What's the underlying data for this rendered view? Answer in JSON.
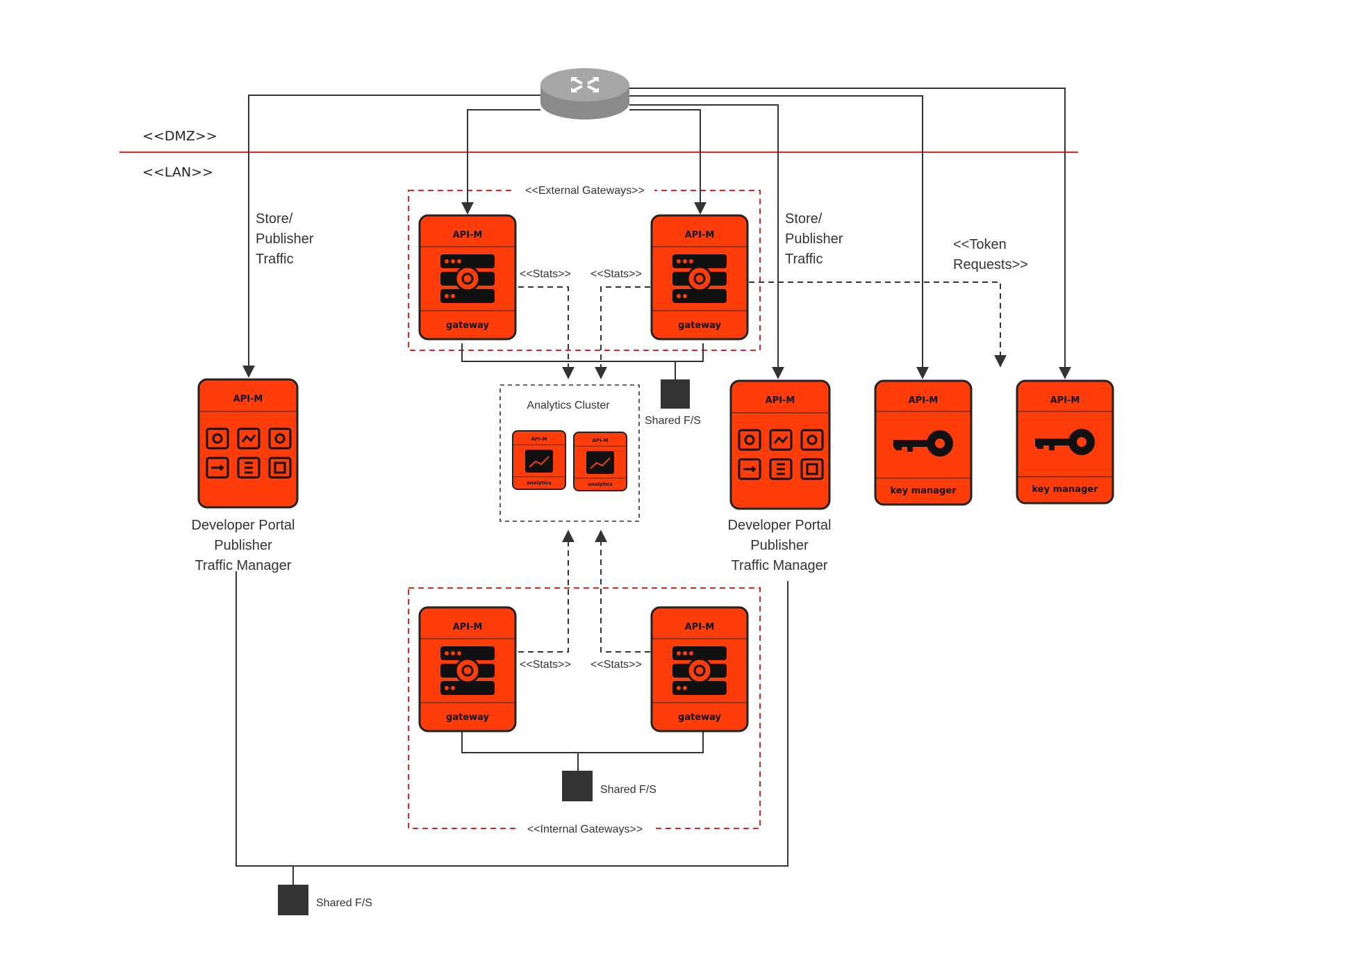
{
  "zones": {
    "dmz": "<<DMZ>>",
    "lan": "<<LAN>>"
  },
  "groups": {
    "external": "<<External Gateways>>",
    "internal": "<<Internal Gateways>>",
    "analytics": "Analytics Cluster"
  },
  "node_header": "API-M",
  "gateway_footer": "gateway",
  "key_manager_footer": "key manager",
  "analytics_node_footer": "analytics",
  "stats_label": "<<Stats>>",
  "shared_fs": "Shared F/S",
  "traffic_left": [
    "Store/",
    "Publisher",
    "Traffic"
  ],
  "traffic_right": [
    "Store/",
    "Publisher",
    "Traffic"
  ],
  "token_requests": [
    "<<Token",
    "Requests>>"
  ],
  "portal_left": [
    "Developer Portal",
    "Publisher",
    "Traffic Manager"
  ],
  "portal_right": [
    "Developer Portal",
    "Publisher",
    "Traffic Manager"
  ],
  "colors": {
    "node_fill": "#fe3d0a",
    "node_stroke": "#222222",
    "dmz_line": "#e8231a",
    "group_border": "#e8231a",
    "router": "#8a8a8a",
    "storage": "#333333"
  }
}
